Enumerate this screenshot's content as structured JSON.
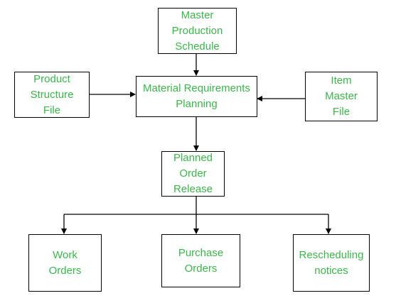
{
  "diagram": {
    "text_color": "#3cb44b",
    "line_color": "#000000",
    "nodes": {
      "master_production_schedule": "Master\nProduction\nSchedule",
      "product_structure_file": "Product\nStructure\nFile",
      "material_requirements_planning": "Material Requirements\nPlanning",
      "item_master_file": "Item\nMaster\nFile",
      "planned_order_release": "Planned\nOrder\nRelease",
      "work_orders": "Work\nOrders",
      "purchase_orders": "Purchase\nOrders",
      "rescheduling_notices": "Rescheduling\nnotices"
    },
    "edges": [
      {
        "from": "master_production_schedule",
        "to": "material_requirements_planning"
      },
      {
        "from": "product_structure_file",
        "to": "material_requirements_planning"
      },
      {
        "from": "item_master_file",
        "to": "material_requirements_planning"
      },
      {
        "from": "material_requirements_planning",
        "to": "planned_order_release"
      },
      {
        "from": "planned_order_release",
        "to": "work_orders"
      },
      {
        "from": "planned_order_release",
        "to": "purchase_orders"
      },
      {
        "from": "planned_order_release",
        "to": "rescheduling_notices"
      }
    ]
  }
}
